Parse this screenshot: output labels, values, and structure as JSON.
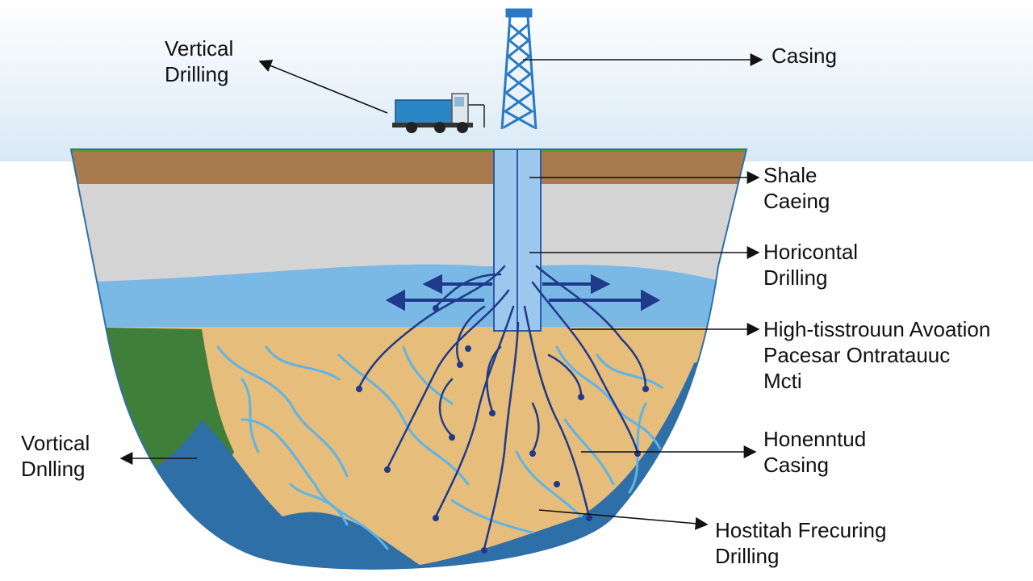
{
  "labels": {
    "vertical_drilling_top": [
      "Vertical",
      "Drilling"
    ],
    "casing": [
      "Casing"
    ],
    "shale_casing": [
      "Shale",
      "Caeing"
    ],
    "horizontal_drilling": [
      "Horicontal",
      "Drilling"
    ],
    "high_pressure": [
      "High-tisstrouun Avoation",
      "Pacesar Ontratauuc",
      "Mcti"
    ],
    "vertical_drilling_bottom": [
      "Vortical",
      "Dnlling"
    ],
    "horizontal_casing": [
      "Honenntud",
      "Casing"
    ],
    "hydraulic_fracturing": [
      "Hostitah Frecuring",
      "Drilling"
    ]
  },
  "colors": {
    "sky": "#e3eff7",
    "grass": "#5a9a2e",
    "topsoil": "#a87a4e",
    "gray_layer": "#d4d4d4",
    "water_layer": "#7ab8e6",
    "shale": "#e6bd7a",
    "fracture": "#5fb4e6",
    "wellbore": "#2e5aa8",
    "derrick": "#2b79c2",
    "truck": "#2a86c5",
    "arrow": "#1f3a8a"
  }
}
